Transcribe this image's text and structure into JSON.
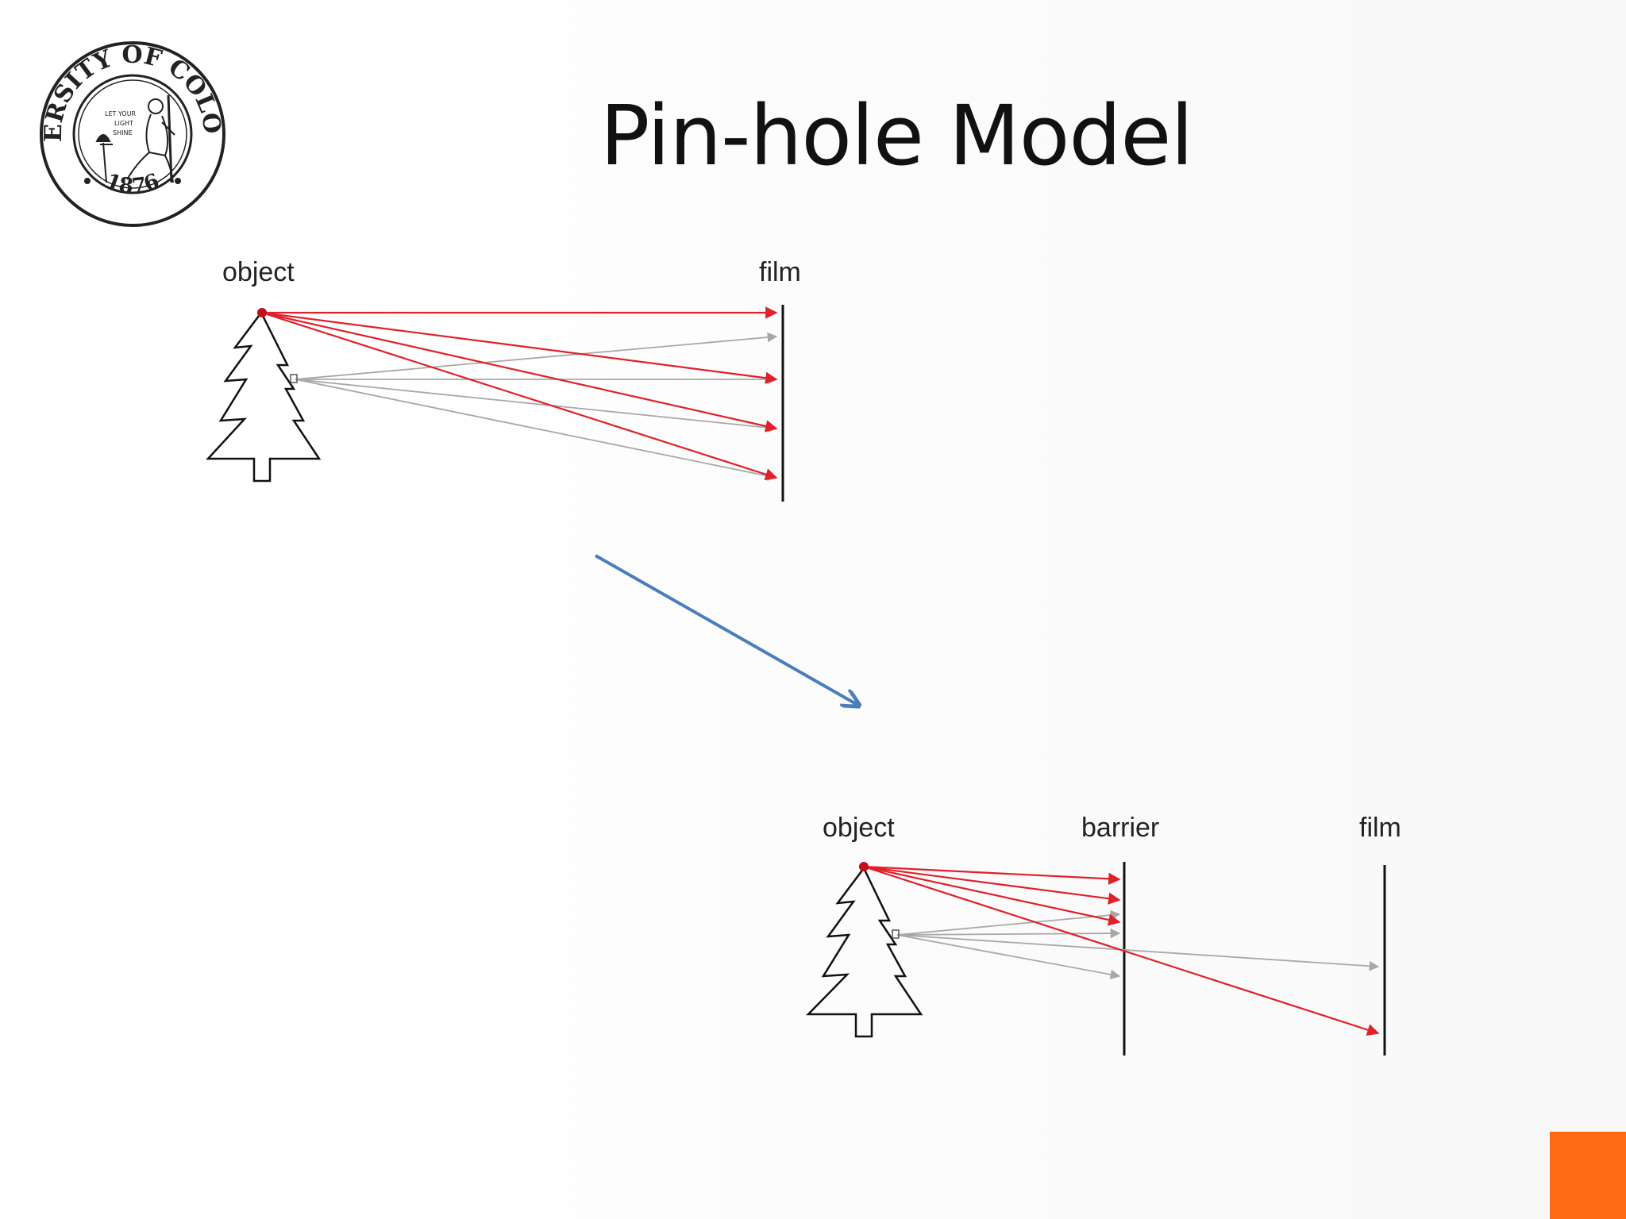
{
  "slide": {
    "title": "Pin-hole Model"
  },
  "seal": {
    "arc_text": "UNIVERSITY OF COLORADO",
    "motto_lines": [
      "LET YOUR",
      "LIGHT",
      "SHINE"
    ],
    "year": "1876"
  },
  "diagram_top": {
    "object_label": "object",
    "film_label": "film"
  },
  "diagram_bottom": {
    "object_label": "object",
    "barrier_label": "barrier",
    "film_label": "film"
  },
  "colors": {
    "ray_primary": "#e0202a",
    "ray_secondary": "#a8a8a8",
    "transition_arrow": "#4a7ebb",
    "corner_accent": "#ff6a13"
  }
}
